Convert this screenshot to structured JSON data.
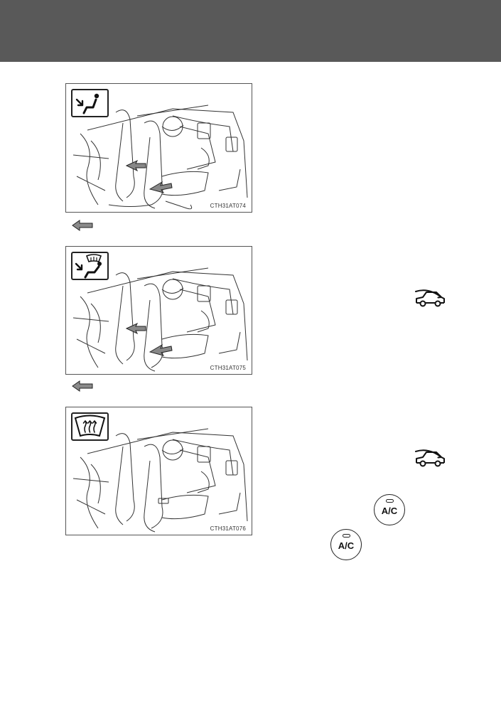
{
  "figures": [
    {
      "code": "CTH31AT074",
      "icon": "feet-airflow-icon"
    },
    {
      "code": "CTH31AT075",
      "icon": "feet-windshield-airflow-icon"
    },
    {
      "code": "CTH31AT076",
      "icon": "windshield-defogger-icon"
    }
  ],
  "icons": {
    "arrow": "left-arrow-icon",
    "outside_air": "outside-air-mode-icon",
    "ac_button": "ac-button-icon"
  },
  "ac_label": "A/C",
  "colors": {
    "header": "#595959",
    "arrow_fill": "#8a8a8a",
    "line": "#222222"
  }
}
